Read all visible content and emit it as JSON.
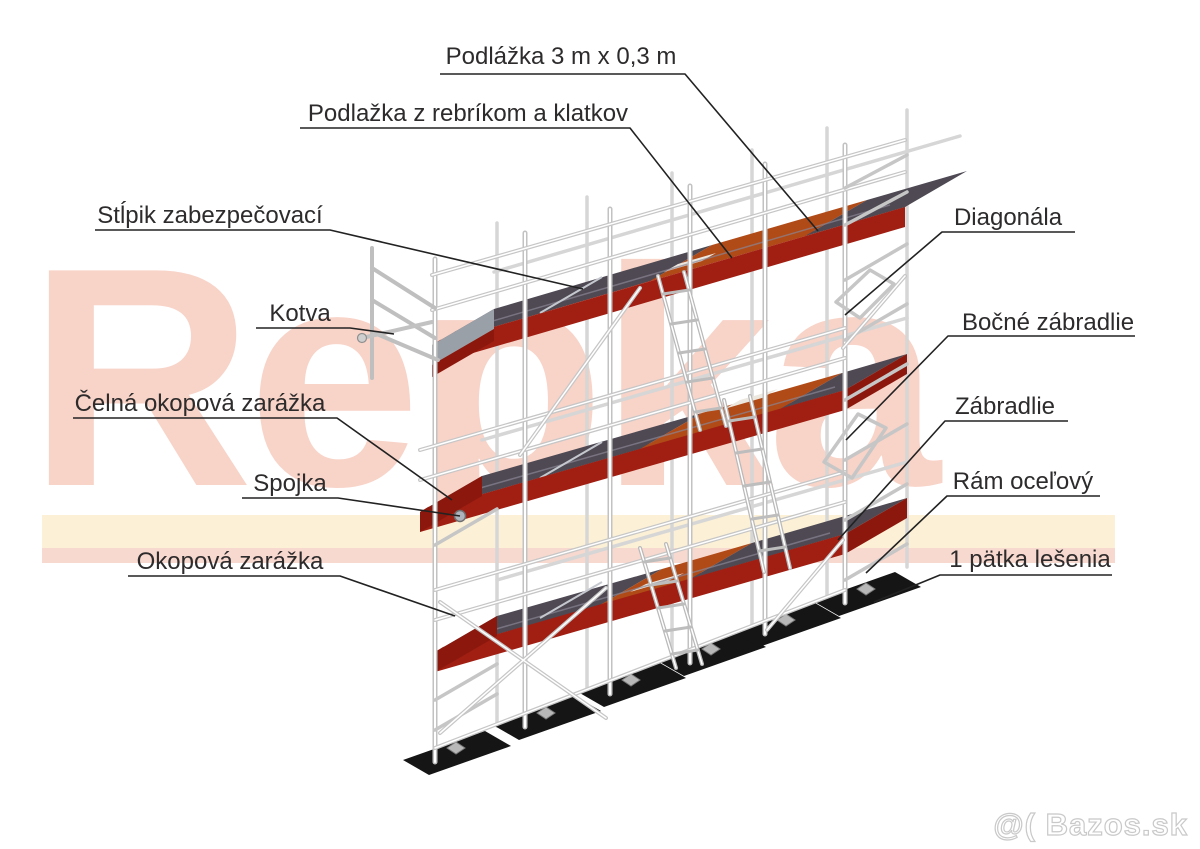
{
  "diagram": {
    "title_implicit": "scaffolding parts diagram",
    "labels": {
      "podlazka_3m": "Podlážka 3 m x 0,3 m",
      "podlazka_rebrik": "Podlažka z rebríkom a klatkov",
      "stlpik": "Stĺpik zabezpečovací",
      "kotva": "Kotva",
      "celna_okopova": "Čelná okopová zarážka",
      "spojka": "Spojka",
      "okopova": "Okopová zarážka",
      "diagonala": "Diagonála",
      "bocne_zabradlie": "Bočné zábradlie",
      "zabradlie": "Zábradlie",
      "ram_ocelovy": "Rám oceľový",
      "patka": "1 pätka lešenia"
    },
    "colors": {
      "toe_board_red": "#a01e12",
      "toe_board_dark_red": "#8c180d",
      "deck_gray": "#4e4953",
      "hatch_orange": "#b04a17",
      "frame_gray": "#c6c6c6",
      "base_plate_black": "#151515",
      "watermark_pink": "#f8d3c8",
      "watermark_yellow": "#fcf1d6"
    }
  },
  "watermarks": {
    "brand": "Repka",
    "site": "@( Bazos.sk"
  }
}
